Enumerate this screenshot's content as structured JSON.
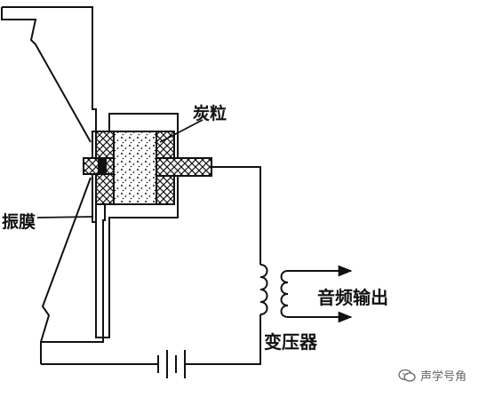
{
  "diagram": {
    "labels": {
      "carbon_granules": "炭粒",
      "diaphragm": "振膜",
      "audio_output": "音频输出",
      "transformer": "变压器"
    },
    "watermark": {
      "text": "声学号角",
      "icon": "wechat-icon"
    },
    "colors": {
      "line": "#111111",
      "background": "#ffffff",
      "watermark": "#666666"
    }
  }
}
